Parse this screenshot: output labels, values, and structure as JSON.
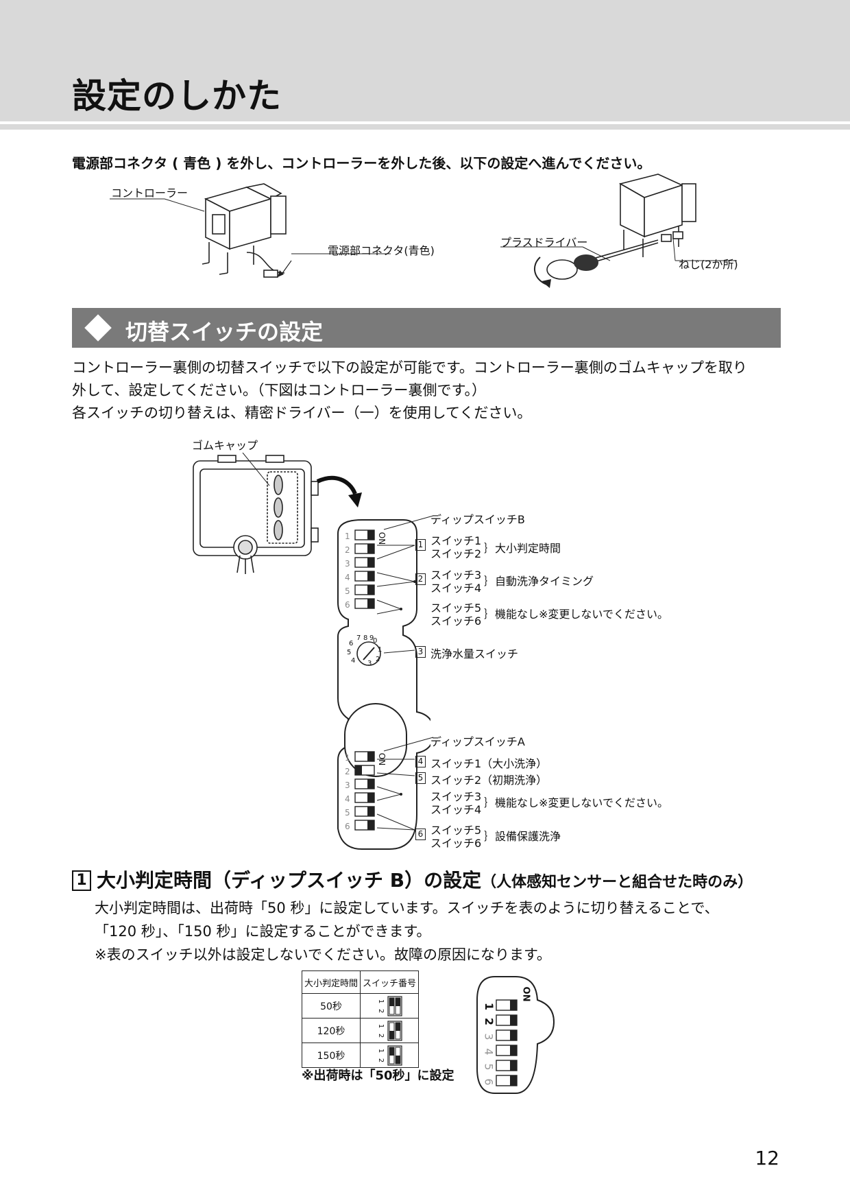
{
  "page_title": "設定のしかた",
  "intro": "電源部コネクタ ( 青色 ) を外し、コントローラーを外した後、以下の設定へ進んでください。",
  "fig1": {
    "controller_label": "コントローラー",
    "connector_label": "電源部コネクタ(青色)",
    "driver_label": "プラスドライバー",
    "screw_label": "ねじ(2か所)"
  },
  "section": {
    "title": "切替スイッチの設定"
  },
  "body": [
    "コントローラー裏側の切替スイッチで以下の設定が可能です。コントローラー裏側のゴムキャップを取り",
    "外して、設定してください。（下図はコントローラー裏側です。）",
    "各スイッチの切り替えは、精密ドライバー（一）を使用してください。"
  ],
  "fig2": {
    "rubber_cap": "ゴムキャップ",
    "dip_b": "ディップスイッチB",
    "dip_a": "ディップスイッチA",
    "on": "ON",
    "num1": "1",
    "num2": "2",
    "num3": "3",
    "num4": "4",
    "num5": "5",
    "num6": "6",
    "b_sw1": "スイッチ1",
    "b_sw2": "スイッチ2",
    "b_sw12_desc": "大小判定時間",
    "b_sw3": "スイッチ3",
    "b_sw4": "スイッチ4",
    "b_sw34_desc": "自動洗浄タイミング",
    "b_sw5": "スイッチ5",
    "b_sw6": "スイッチ6",
    "b_sw56_desc": "機能なし※変更しないでください。",
    "rotary": "洗浄水量スイッチ",
    "a_sw1": "スイッチ1（大小洗浄）",
    "a_sw2": "スイッチ2（初期洗浄）",
    "a_sw3": "スイッチ3",
    "a_sw4": "スイッチ4",
    "a_sw34_desc": "機能なし※変更しないでください。",
    "a_sw5": "スイッチ5",
    "a_sw6": "スイッチ6",
    "a_sw56_desc": "設備保護洗浄",
    "dial_digits": [
      "0",
      "1",
      "2",
      "3",
      "4",
      "5",
      "6",
      "7",
      "8",
      "9"
    ]
  },
  "subsection": {
    "number": "1",
    "title": "大小判定時間（ディップスイッチ B）の設定",
    "note": "（人体感知センサーと組合せた時のみ）"
  },
  "sub_body": [
    "大小判定時間は、出荷時「50 秒」に設定しています。スイッチを表のように切り替えることで、",
    "「120 秒」、「150 秒」に設定することができます。",
    "※表のスイッチ以外は設定しないでください。故障の原因になります。"
  ],
  "table": {
    "header_time": "大小判定時間",
    "header_switch": "スイッチ番号",
    "rows": [
      {
        "time": "50秒",
        "sw1_on": false,
        "sw2_on": false
      },
      {
        "time": "120秒",
        "sw1_on": true,
        "sw2_on": false
      },
      {
        "time": "150秒",
        "sw1_on": false,
        "sw2_on": true
      }
    ],
    "sw_num1": "1",
    "sw_num2": "2",
    "footnote": "※出荷時は「50秒」に設定"
  },
  "page_number": "12"
}
